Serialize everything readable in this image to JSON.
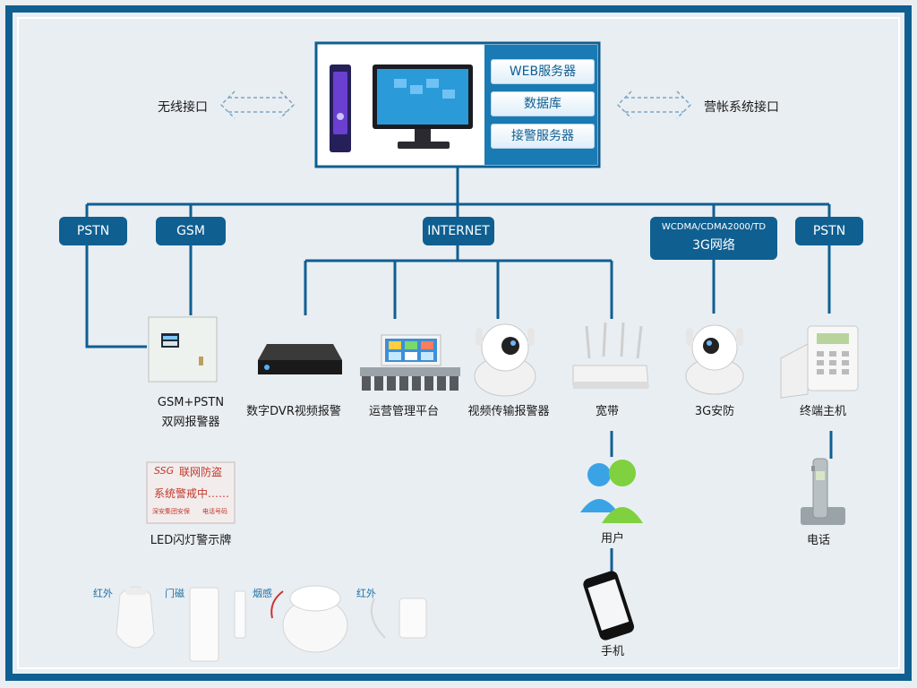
{
  "server": {
    "buttons": [
      "WEB服务器",
      "数据库",
      "接警服务器"
    ]
  },
  "interfaces": {
    "left": "无线接口",
    "right": "营帐系统接口"
  },
  "networks": {
    "pstn_left": "PSTN",
    "gsm": "GSM",
    "internet": "INTERNET",
    "g3_top": "WCDMA/CDMA2000/TD",
    "g3_bottom": "3G网络",
    "pstn_right": "PSTN"
  },
  "devices": {
    "gsm_pstn_line1": "GSM+PSTN",
    "gsm_pstn_line2": "双网报警器",
    "dvr": "数字DVR视频报警",
    "ops": "运营管理平台",
    "video": "视频传输报警器",
    "broadband": "宽带",
    "g3_security": "3G安防",
    "terminal": "终端主机",
    "led_sign": "LED闪灯警示牌",
    "user": "用户",
    "phone": "电话",
    "mobile": "手机"
  },
  "led_sign_text": {
    "brand": "SSG",
    "line1": "联网防盗",
    "line2": "系统警戒中……",
    "footer_left": "深安集团安保",
    "footer_right": "电话号码"
  },
  "sensors": {
    "infrared1": "红外",
    "door": "门磁",
    "smoke": "烟感",
    "infrared2": "红外"
  },
  "colors": {
    "frame": "#0f5f91",
    "line": "#0f5f91",
    "background": "#e9eef2"
  }
}
